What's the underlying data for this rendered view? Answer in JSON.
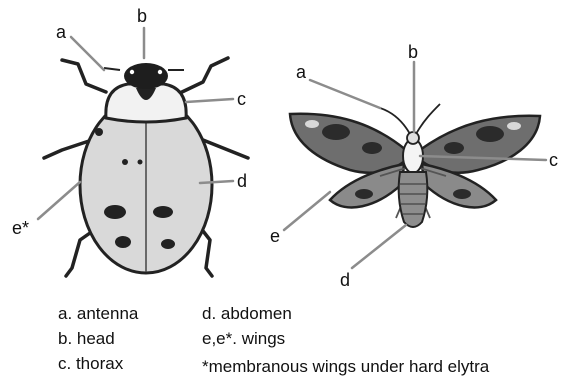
{
  "beetle_labels": {
    "a": "a",
    "b": "b",
    "c": "c",
    "d": "d",
    "e": "e*"
  },
  "moth_labels": {
    "a": "a",
    "b": "b",
    "c": "c",
    "d": "d",
    "e": "e"
  },
  "legend": {
    "a": "a.  antenna",
    "b": "b.  head",
    "c": "c.  thorax",
    "d": "d.  abdomen",
    "e": "e,e*. wings",
    "note": "*membranous wings under hard elytra"
  },
  "colors": {
    "leader_line": "#8c8c8c",
    "ink": "#111111",
    "beetle_body": "#d9d9d9",
    "moth_wing": "#6e6e6e"
  }
}
